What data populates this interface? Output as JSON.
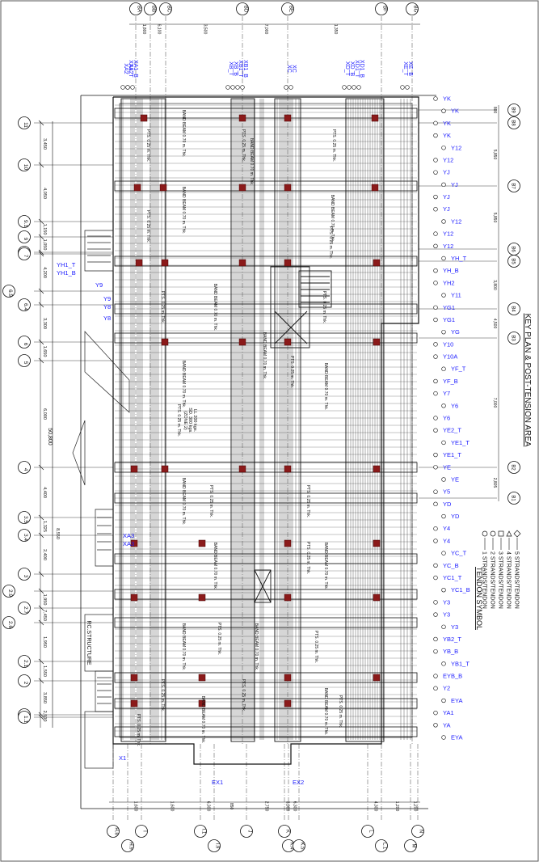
{
  "sheet": {
    "title": "KEY PLAN & POST-TENSION AREA",
    "overall_dim": "50,800",
    "note": "RC.STRUCTURE",
    "colors": {
      "ink": "#111111",
      "tendon_label": "#1a1aff",
      "column": "#8b1a1a",
      "background": "#ffffff"
    }
  },
  "legend": {
    "heading": "TENDON SYMBOL",
    "items": [
      {
        "symbol": "circle-1-strand-icon",
        "label": "1 STRANDS/TENDON"
      },
      {
        "symbol": "circle-2-strand-icon",
        "label": "2 STRANDS/TENDON"
      },
      {
        "symbol": "square-3-strand-icon",
        "label": "3 STRANDS/TENDON"
      },
      {
        "symbol": "triangle-4-strand-icon",
        "label": "4 STRANDS/TENDON"
      },
      {
        "symbol": "diamond-5-strand-icon",
        "label": "5 STRANDS/TENDON"
      }
    ]
  },
  "grid_left": [
    {
      "label": "11",
      "dim": ""
    },
    {
      "label": "10",
      "dim": "3,450"
    },
    {
      "label": "9.1",
      "dim": "4,050"
    },
    {
      "label": "9",
      "dim": "1,150"
    },
    {
      "label": "8",
      "dim": "1,050"
    },
    {
      "label": "7",
      "dim": ""
    },
    {
      "label": "6.5",
      "dim": "4,200"
    },
    {
      "label": "6.4",
      "dim": ""
    },
    {
      "label": "6",
      "dim": "3,300"
    },
    {
      "label": "5",
      "dim": "1,650"
    },
    {
      "label": "4",
      "dim": "6,000"
    },
    {
      "label": "3.5",
      "dim": "4,400"
    },
    {
      "label": "3.4",
      "dim": "1,325"
    },
    {
      "label": "3",
      "dim": "2,400"
    },
    {
      "label": "2.9",
      "dim": ""
    },
    {
      "label": "2.7",
      "dim": "1,950"
    },
    {
      "label": "2.6",
      "dim": "7,450"
    },
    {
      "label": "2.1",
      "dim": "1,950"
    },
    {
      "label": "2",
      "dim": "1,550"
    },
    {
      "label": "1.2",
      "dim": "3,850"
    },
    {
      "label": "1.1",
      "dim": "2,500"
    }
  ],
  "grid_left_extra_dims": [
    "8,550"
  ],
  "grid_top": [
    {
      "label": "BA",
      "dim": ""
    },
    {
      "label": "BB",
      "dim": "1,800"
    },
    {
      "label": "BC",
      "dim": "6,100"
    },
    {
      "label": "BD",
      "dim": "3,500"
    },
    {
      "label": "BE",
      "dim": "7,000"
    },
    {
      "label": "BF",
      "dim": "1,350"
    },
    {
      "label": "BG",
      "dim": ""
    }
  ],
  "grid_right": [
    {
      "label": "B9",
      "dim": "800"
    },
    {
      "label": "B8",
      "dim": ""
    },
    {
      "label": "B7",
      "dim": "5,850"
    },
    {
      "label": "B6",
      "dim": "5,850"
    },
    {
      "label": "B5",
      "dim": ""
    },
    {
      "label": "B4",
      "dim": "3,800"
    },
    {
      "label": "B3",
      "dim": "4,500"
    },
    {
      "label": "B2",
      "dim": "7,000"
    },
    {
      "label": "B1",
      "dim": "2,805"
    }
  ],
  "grid_bottom": [
    {
      "label": "H.8",
      "dim": ""
    },
    {
      "label": "H.9",
      "dim": "1,600"
    },
    {
      "label": "I",
      "dim": "1,600"
    },
    {
      "label": "I.1",
      "dim": "6,300"
    },
    {
      "label": "I.9",
      "dim": "850"
    },
    {
      "label": "J",
      "dim": "2,750"
    },
    {
      "label": "K",
      "dim": "3,900"
    },
    {
      "label": "K.4",
      "dim": "6,300"
    },
    {
      "label": "K.5",
      "dim": ""
    },
    {
      "label": "L",
      "dim": "4,300"
    },
    {
      "label": "L.1",
      "dim": "1,200"
    },
    {
      "label": "M",
      "dim": "1,200"
    },
    {
      "label": "N",
      "dim": ""
    }
  ],
  "tendons_top": [
    "XA1_T",
    "XA1_B",
    "XA2",
    "XA2",
    "XB_T",
    "XB_B",
    "XB1_T",
    "XB1_B",
    "XC",
    "XC",
    "XD_T",
    "XD_B",
    "XD1_T",
    "XD1_B",
    "XE_T",
    "XE_B"
  ],
  "tendons_right": [
    "YK",
    "YK",
    "YK",
    "YK",
    "Y12",
    "Y12",
    "YJ",
    "YJ",
    "YJ",
    "YJ",
    "Y12",
    "Y12",
    "Y12",
    "YH_T",
    "YH_B",
    "YH2",
    "Y11",
    "YG1",
    "YG1",
    "YG",
    "Y10",
    "Y10A",
    "YF_T",
    "YF_B",
    "Y7",
    "Y6",
    "Y6",
    "YE2_T",
    "YE1_T",
    "YE1_T",
    "YE",
    "YE",
    "Y5",
    "YD",
    "YD",
    "Y4",
    "Y4",
    "YC_T",
    "YC_B",
    "YC1_T",
    "YC1_B",
    "Y3",
    "Y3",
    "Y3",
    "YB2_T",
    "YB_B",
    "YB1_T",
    "EYB_B",
    "Y2",
    "EYA",
    "YA1",
    "YA",
    "EYA"
  ],
  "tendons_left": [
    "YH1_T",
    "YH1_B",
    "Y9",
    "Y9",
    "Y8",
    "Y8",
    "XA3",
    "XA3",
    "X1",
    "EX1",
    "EX2"
  ],
  "slab_notes": [
    "BAND BEAM 0.70 m. Thk.",
    "PTS. 0.25 m. Thk.",
    "(ZONE 2)",
    "SD. 300 kgs.",
    "LL 200 kgs."
  ],
  "band_beam_label": "BAND BEAM 0.70 m. Thk.",
  "pts_label": "PTS. 0.25 m. Thk."
}
